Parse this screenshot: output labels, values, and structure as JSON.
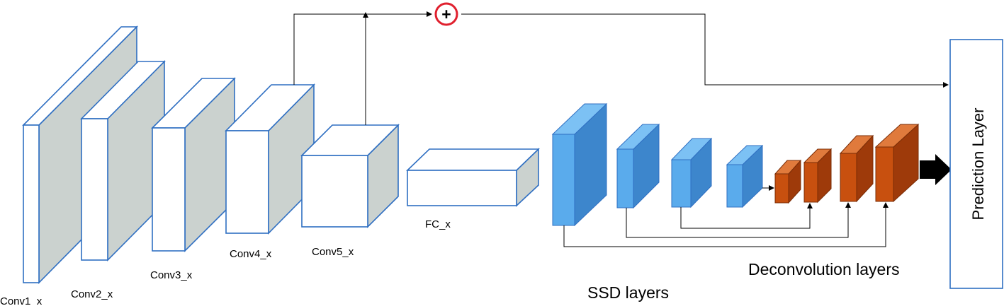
{
  "labels": {
    "conv1": "Conv1_x",
    "conv2": "Conv2_x",
    "conv3": "Conv3_x",
    "conv4": "Conv4_x",
    "conv5": "Conv5_x",
    "fc": "FC_x",
    "ssd": "SSD layers",
    "deconv": "Deconvolution layers",
    "prediction": "Prediction Layer",
    "add_symbol": "+"
  },
  "colors": {
    "conv_side": "#cbd2cf",
    "conv_face": "#ffffff",
    "block_stroke": "#2f6fc2",
    "ssd_front": "#5aabec",
    "ssd_top": "#7cc1f4",
    "ssd_side": "#3d86cc",
    "deconv_front": "#c8500f",
    "deconv_top": "#e07a3c",
    "deconv_side": "#9e3a0a",
    "deconv_stroke": "#7a2c06",
    "add_circle": "#e0202e",
    "prediction_stroke": "#2f6fc2"
  }
}
